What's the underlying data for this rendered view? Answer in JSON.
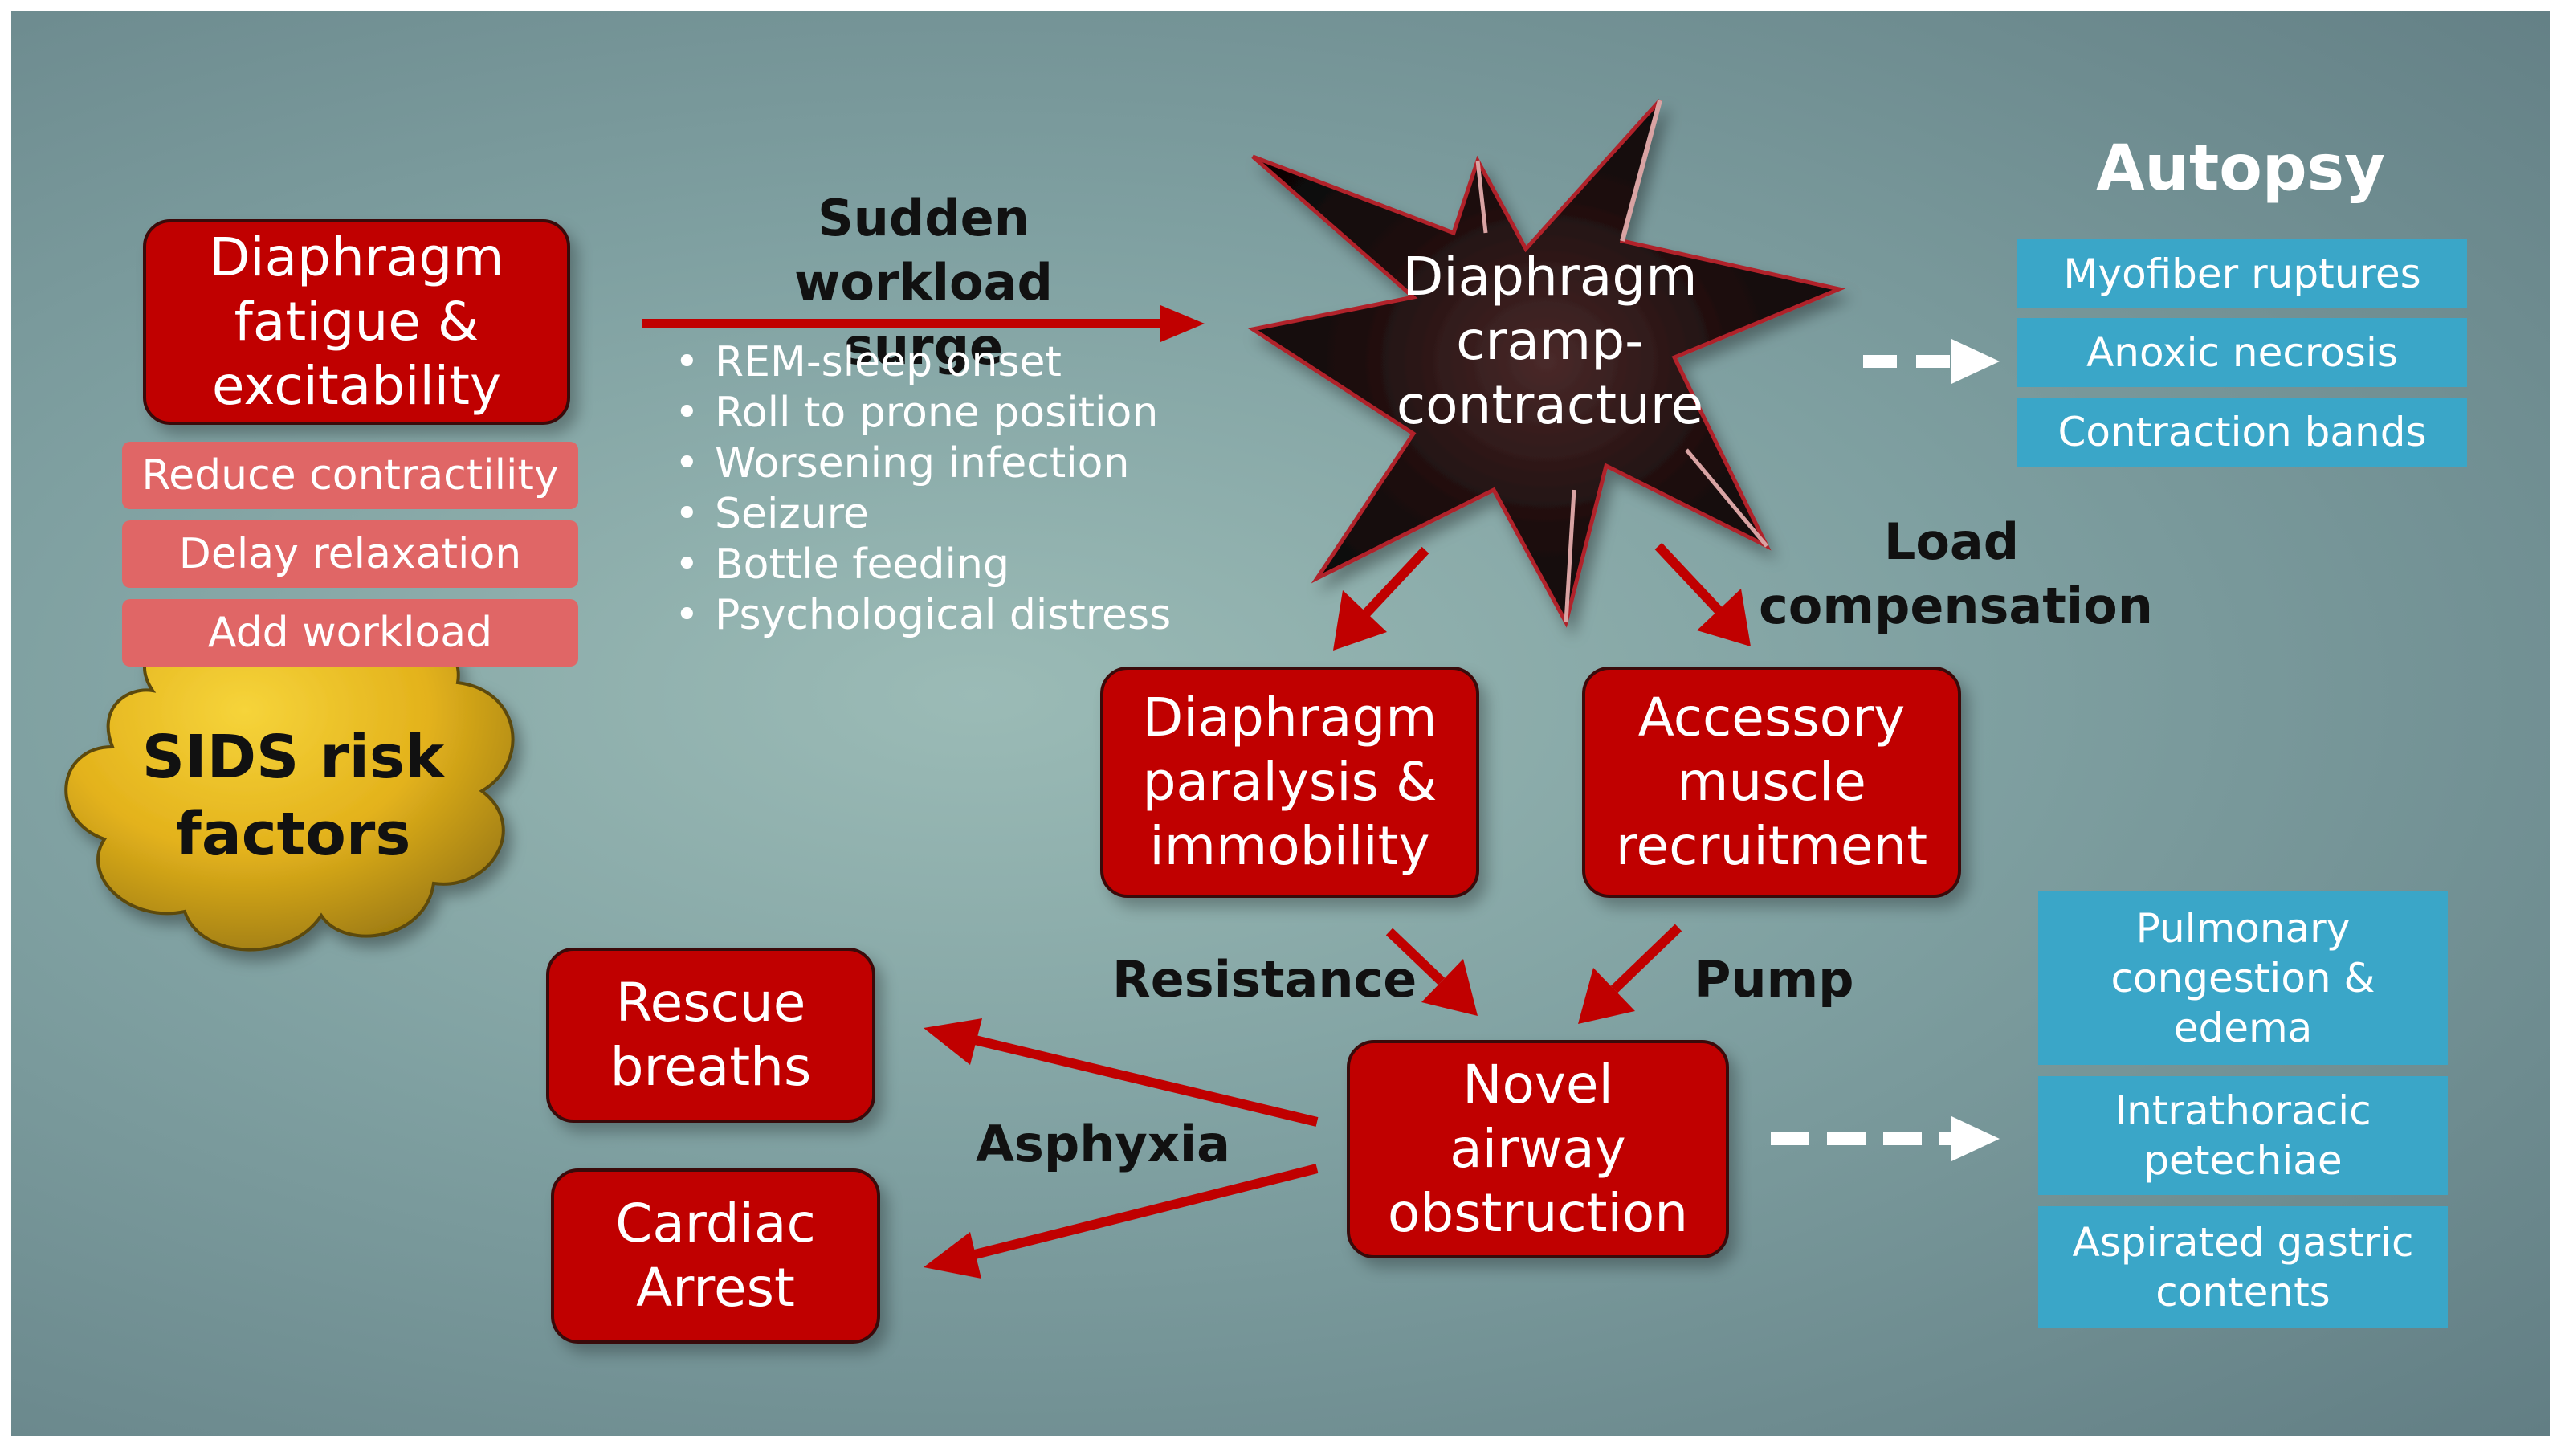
{
  "colors": {
    "background": "#7fa0a1",
    "red_box": "#c00000",
    "pink_box": "#e06666",
    "autopsy_box": "#3aa6c8",
    "cloud": "#e8b820",
    "arrow": "#c00000",
    "dashed_arrow": "#ffffff"
  },
  "fatigue": {
    "title": "Diaphragm\nfatigue &\nexcitability",
    "effects": [
      "Reduce contractility",
      "Delay relaxation",
      "Add workload"
    ]
  },
  "risk_cloud": {
    "label": "SIDS risk\nfactors"
  },
  "trigger": {
    "label": "Sudden workload\nsurge",
    "items": [
      "REM-sleep onset",
      "Roll to prone position",
      "Worsening infection",
      "Seizure",
      "Bottle feeding",
      "Psychological distress"
    ]
  },
  "cramp": {
    "label": "Diaphragm\ncramp-\ncontracture"
  },
  "autopsy": {
    "title": "Autopsy",
    "top_findings": [
      "Myofiber ruptures",
      "Anoxic necrosis",
      "Contraction bands"
    ],
    "bottom_findings": [
      "Pulmonary\ncongestion &\nedema",
      "Intrathoracic\npetechiae",
      "Aspirated gastric\ncontents"
    ]
  },
  "labels": {
    "load_compensation": "Load\ncompensation",
    "resistance": "Resistance",
    "pump": "Pump",
    "asphyxia": "Asphyxia"
  },
  "boxes": {
    "paralysis": "Diaphragm\nparalysis &\nimmobility",
    "accessory": "Accessory\nmuscle\nrecruitment",
    "obstruction": "Novel\nairway\nobstruction",
    "rescue": "Rescue\nbreaths",
    "cardiac": "Cardiac\nArrest"
  }
}
